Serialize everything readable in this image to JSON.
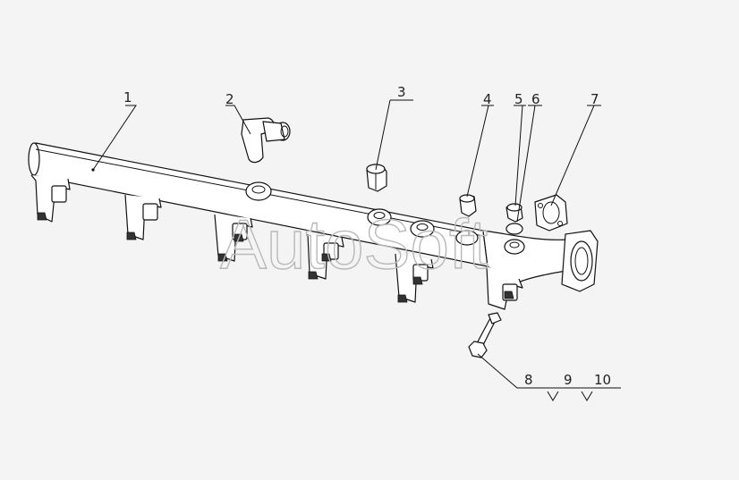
{
  "diagram": {
    "callouts": [
      {
        "id": "c1",
        "label": "1"
      },
      {
        "id": "c2",
        "label": "2"
      },
      {
        "id": "c3",
        "label": "3"
      },
      {
        "id": "c4",
        "label": "4"
      },
      {
        "id": "c5",
        "label": "5"
      },
      {
        "id": "c6",
        "label": "6"
      },
      {
        "id": "c7",
        "label": "7"
      },
      {
        "id": "c8",
        "label": "8"
      },
      {
        "id": "c9",
        "label": "9"
      },
      {
        "id": "c10",
        "label": "10"
      }
    ],
    "watermark": "AutoSoft"
  }
}
